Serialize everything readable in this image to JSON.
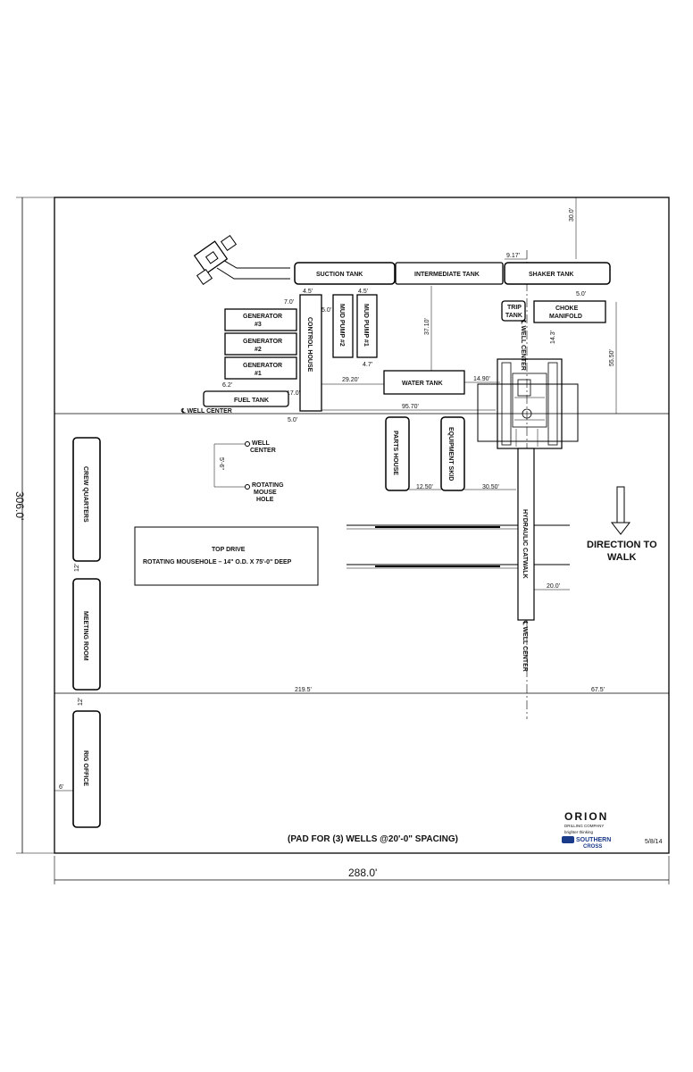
{
  "dimensions": {
    "overall_height": "306.0'",
    "overall_width": "288.0'",
    "d30": "30.0'",
    "d9_17": "9.17'",
    "d4_5a": "4.5'",
    "d4_5b": "4.5'",
    "d7_0": "7.0'",
    "d5_0a": "5.0'",
    "d5_0b": "5.0'",
    "d4_7": "4.7'",
    "d6_2": "6.2'",
    "d17_0": "17.0'",
    "d5_0c": "5.0'",
    "d29_20": "29.20'",
    "d37_10": "37.10'",
    "d14_90": "14.90'",
    "d14_3": "14.3'",
    "d55_50": "55.50'",
    "d95_70": "95.70'",
    "d12_50": "12.50'",
    "d30_50": "30.50'",
    "d5_6": "5'-6\"",
    "d12a": "12'",
    "d12b": "12'",
    "d6": "6'",
    "d20_0": "20.0'",
    "d219_5": "219.5'",
    "d67_5": "67.5'"
  },
  "equipment": {
    "suction_tank": "SUCTION TANK",
    "intermediate_tank": "INTERMEDIATE TANK",
    "shaker_tank": "SHAKER TANK",
    "trip_tank_1": "TRIP",
    "trip_tank_2": "TANK",
    "choke_manifold_1": "CHOKE",
    "choke_manifold_2": "MANIFOLD",
    "generator3_1": "GENERATOR",
    "generator3_2": "#3",
    "generator2_1": "GENERATOR",
    "generator2_2": "#2",
    "generator1_1": "GENERATOR",
    "generator1_2": "#1",
    "control_house": "CONTROL HOUSE",
    "mud_pump_2": "MUD PUMP #2",
    "mud_pump_1": "MUD PUMP #1",
    "fuel_tank": "FUEL TANK",
    "water_tank": "WATER TANK",
    "parts_house": "PARTS HOUSE",
    "equipment_skid": "EQUIPMENT SKID",
    "hydraulic_catwalk": "HYDRAULIC CATWALK",
    "crew_quarters": "CREW QUARTERS",
    "meeting_room": "MEETING ROOM",
    "rig_office": "RIG OFFICE"
  },
  "labels": {
    "well_center_h": "℄ WELL CENTER",
    "well_center_v_top": "℄ WELL CENTER",
    "well_center_v_bottom": "℄ WELL CENTER",
    "well_center_point_1": "WELL",
    "well_center_point_2": "CENTER",
    "rotating_mousehole_1": "ROTATING",
    "rotating_mousehole_2": "MOUSE",
    "rotating_mousehole_3": "HOLE",
    "top_drive_title": "TOP DRIVE",
    "top_drive_desc": "ROTATING MOUSEHOLE – 14\" O.D. X 75'-0\" DEEP",
    "direction_1": "DIRECTION TO",
    "direction_2": "WALK",
    "pad_note": "(PAD FOR (3) WELLS @20'-0\" SPACING)",
    "date": "5/8/14"
  },
  "logos": {
    "orion": "ORION",
    "orion_sub": "DRILLING COMPANY",
    "orion_tagline": "brighter thinking",
    "southern_cross_1": "SOUTHERN",
    "southern_cross_2": "CROSS"
  }
}
